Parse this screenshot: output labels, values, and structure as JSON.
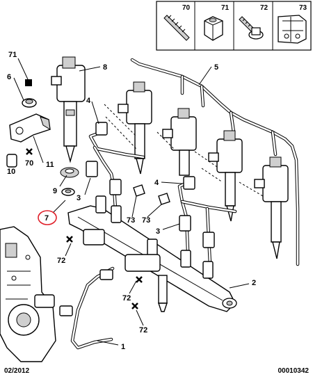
{
  "legend": {
    "items": [
      {
        "ref": "70",
        "icon": "stud-icon"
      },
      {
        "ref": "71",
        "icon": "nut-icon"
      },
      {
        "ref": "72",
        "icon": "bolt-icon"
      },
      {
        "ref": "73",
        "icon": "clip-icon"
      }
    ]
  },
  "callouts": {
    "c71": "71",
    "c6": "6",
    "c8": "8",
    "c5": "5",
    "c4a": "4",
    "c4b": "4",
    "c11": "11",
    "c70": "70",
    "c10": "10",
    "c9": "9",
    "c3a": "3",
    "c3b": "3",
    "c73a": "73",
    "c73b": "73",
    "c7": "7",
    "c72a": "72",
    "c72b": "72",
    "c72c": "72",
    "c2": "2",
    "c1": "1"
  },
  "highlight": {
    "ref": "7",
    "color": "#e0202a"
  },
  "footer": {
    "date": "02/2012",
    "ref_code": "00010342"
  }
}
